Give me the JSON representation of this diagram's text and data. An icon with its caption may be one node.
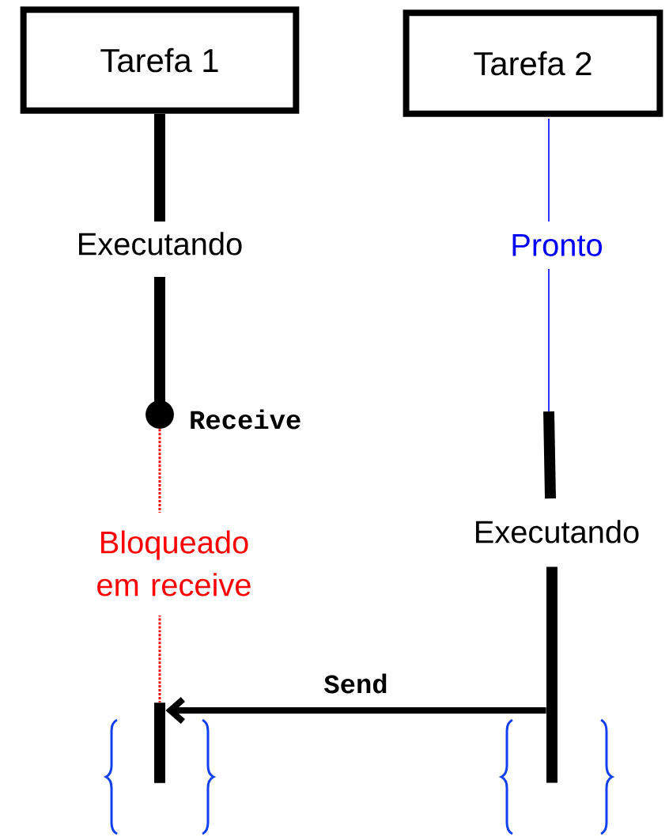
{
  "diagram": {
    "nodes": [
      {
        "text": [
          "Tarefa 1"
        ],
        "beside": [
          "Executando"
        ]
      },
      {
        "text": [
          "Tarefa 2"
        ],
        "beside": [
          "Pronto"
        ]
      },
      {
        "text": [],
        "shape": "circle"
      },
      {
        "text": [],
        "shape": "bar"
      },
      {
        "text": [],
        "shape": "bar",
        "beside": [
          "Executando"
        ]
      }
    ],
    "edges": [
      {
        "from": 2,
        "to": 3,
        "arrow": "none",
        "style": "dashed",
        "color": "#ff0000",
        "label": "Bloqueado em receive"
      },
      {
        "from": 4,
        "to": 3,
        "arrow": "to",
        "label": "Send",
        "style": "thick",
        "color": "#000000"
      }
    ],
    "labels": [
      "Receive"
    ]
  }
}
